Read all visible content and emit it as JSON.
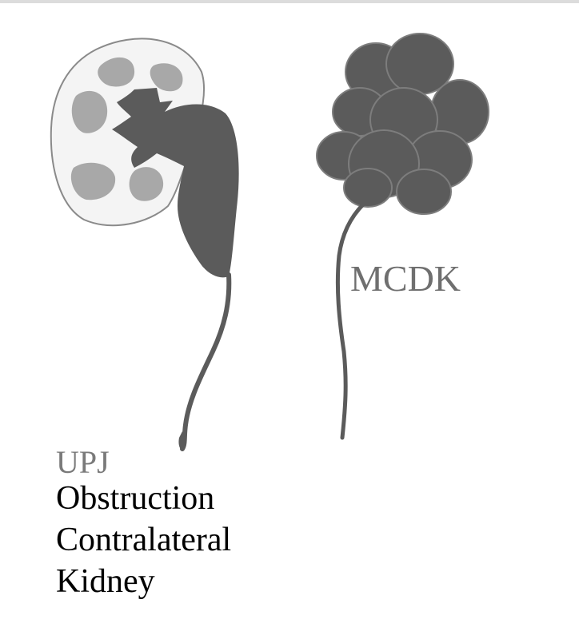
{
  "labels": {
    "right_kidney": "MCDK",
    "left_kidney_title": "UPJ",
    "left_kidney_caption": [
      "Obstruction",
      "Contralateral",
      "Kidney"
    ]
  },
  "colors": {
    "dark_fill": "#5b5b5b",
    "light_patch": "#a8a8a8",
    "outline": "#8a8a8a",
    "kidney_bg": "#f4f4f4"
  }
}
